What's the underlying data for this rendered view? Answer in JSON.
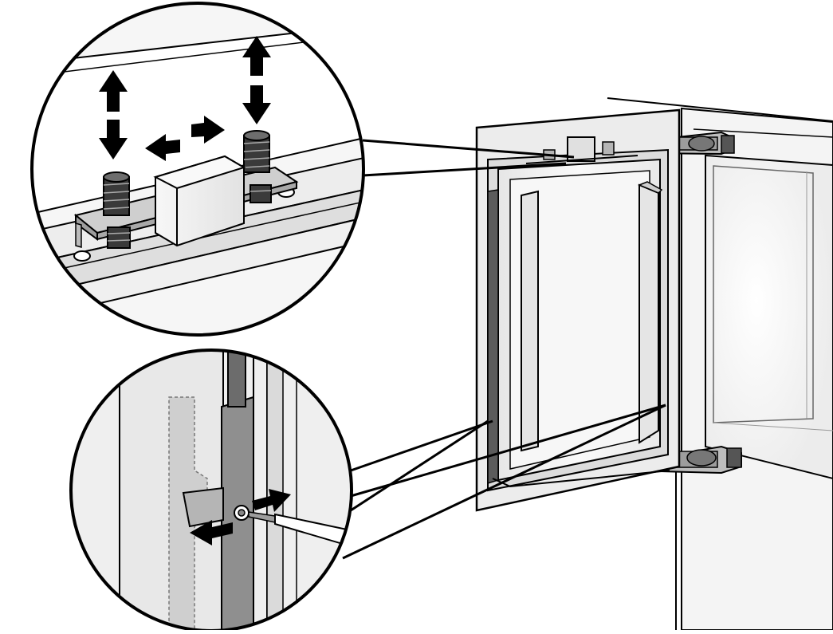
{
  "figure": {
    "kind": "installation-illustration",
    "subject": "integrated-appliance-door-hinge-adjustment",
    "colors": {
      "line": "#000000",
      "background": "#ffffff",
      "panel_light": "#f2f2f2",
      "panel_mid": "#d9d9d9",
      "panel_dark": "#8c8c8c",
      "arrow_fill": "#000000"
    },
    "callouts": [
      {
        "id": "top-detail",
        "shows": "threaded-studs-and-cover-block",
        "arrows": [
          "up-down-left",
          "up-down-right",
          "left-right-center"
        ]
      },
      {
        "id": "bottom-detail",
        "shows": "side-screw-with-screwdriver",
        "arrows": [
          "left-right"
        ]
      }
    ],
    "icons": [
      "double-arrow-icon",
      "screwdriver-icon",
      "threaded-stud-icon"
    ]
  }
}
